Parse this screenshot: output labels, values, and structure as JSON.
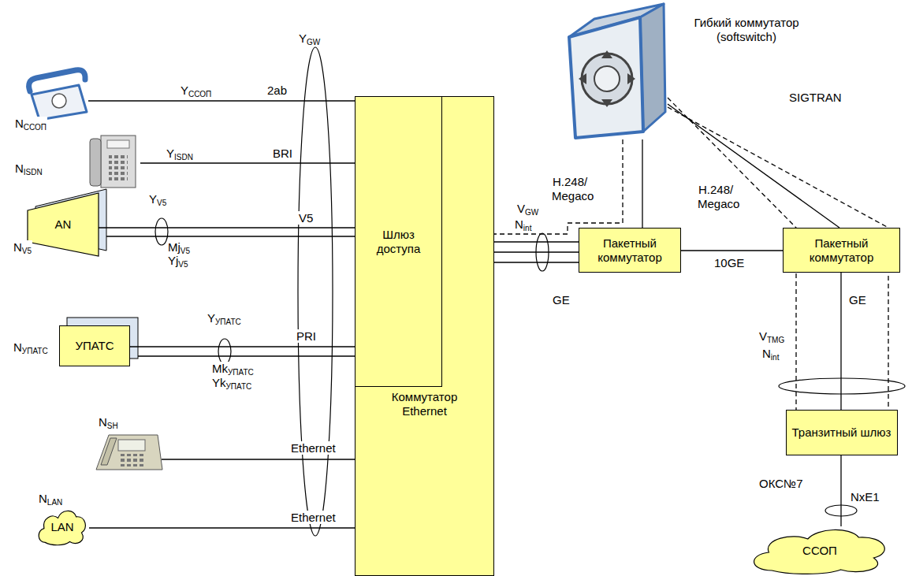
{
  "diagram": {
    "nodes": [
      {
        "text": [
          "Коммутатор Ethernet"
        ]
      },
      {
        "text": [
          "Шлюз доступа"
        ],
        "in": 0
      },
      {
        "text": [
          "Пакетный коммутатор"
        ]
      },
      {
        "text": [
          "Пакетный коммутатор"
        ]
      },
      {
        "text": [
          "Транзитный шлюз"
        ]
      },
      {
        "text": [
          "ССОП"
        ]
      },
      {
        "text": [
          "Гибкий коммутатор (softswitch)"
        ]
      },
      {
        "text": [
          "AN"
        ]
      },
      {
        "text": [
          "УПАТС"
        ]
      },
      {
        "text": [
          "LAN"
        ]
      }
    ],
    "edges": [
      {
        "from": 2,
        "to": 3,
        "arrow": "none",
        "label": "10GE"
      },
      {
        "from": 3,
        "to": 4,
        "arrow": "none",
        "label": "GE"
      },
      {
        "from": 4,
        "to": 5,
        "arrow": "none"
      },
      {
        "from": 6,
        "to": 2,
        "arrow": "none"
      },
      {
        "from": 6,
        "to": 3,
        "arrow": "none"
      },
      {
        "from": 6,
        "to": 1,
        "arrow": "none",
        "label": "H.248/ Megaco"
      },
      {
        "from": 6,
        "to": 4,
        "arrow": "none"
      },
      {
        "from": 0,
        "to": 2,
        "arrow": "none",
        "label": "GE"
      },
      {
        "from": 7,
        "to": 1,
        "arrow": "none",
        "label": "V5"
      },
      {
        "from": 8,
        "to": 1,
        "arrow": "none",
        "label": "PRI"
      },
      {
        "from": 9,
        "to": 0,
        "arrow": "none",
        "label": "Ethernet"
      }
    ],
    "labels": [
      "YGW",
      "NССОП",
      "YССОП",
      "2ab",
      "NISDN",
      "YISDN",
      "BRI",
      "YV5",
      "NV5",
      "MjV5",
      "YjV5",
      "YУПАТС",
      "NУПАТС",
      "MkУПАТС",
      "YkУПАТС",
      "NSH",
      "Ethernet",
      "NLAN",
      "VGW",
      "Nint",
      "H.248/ Megaco",
      "SIGTRAN",
      "VTMG",
      "Nint",
      "ОКС№7",
      "NxE1"
    ]
  }
}
